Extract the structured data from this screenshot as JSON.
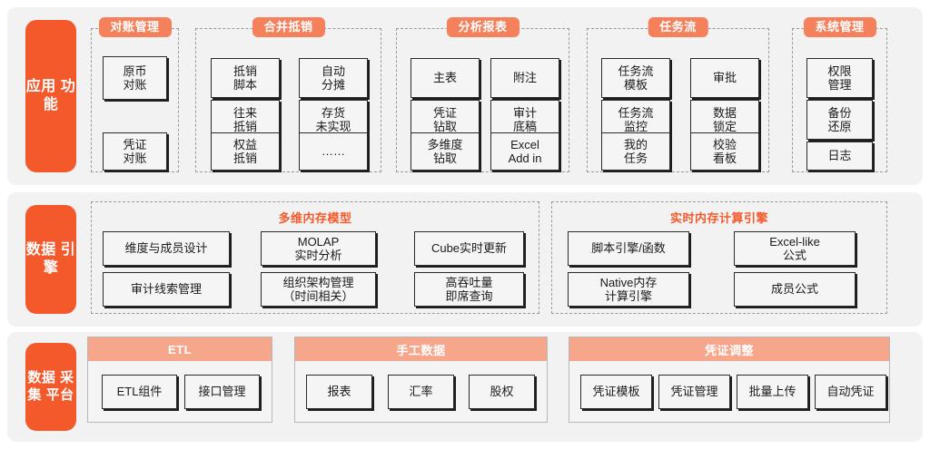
{
  "diagram": {
    "colors": {
      "tab_orange": "#f4592c",
      "pill_coral": "#f4805c",
      "card_head_coral": "#f6a68b",
      "panel_gray": "#f2f2f2",
      "leaf_gray": "#f5f5f5",
      "title_orange": "#f4592c"
    },
    "rows": [
      {
        "id": "application-functions",
        "tab_label": "应用\n功能",
        "groups": [
          {
            "id": "reconciliation-management",
            "title": "对账管理",
            "items": [
              "原币\n对账",
              "凭证\n对账"
            ]
          },
          {
            "id": "consolidation-elimination",
            "title": "合并抵销",
            "items": [
              "抵销\n脚本",
              "自动\n分摊",
              "往来\n抵销",
              "存货\n未实现",
              "权益\n抵销",
              "……"
            ]
          },
          {
            "id": "analysis-reports",
            "title": "分析报表",
            "items": [
              "主表",
              "附注",
              "凭证\n钻取",
              "审计\n底稿",
              "多维度\n钻取",
              "Excel\nAdd in"
            ]
          },
          {
            "id": "task-flow",
            "title": "任务流",
            "items": [
              "任务流\n模板",
              "审批",
              "任务流\n监控",
              "数据\n锁定",
              "我的\n任务",
              "校验\n看板"
            ]
          },
          {
            "id": "system-management",
            "title": "系统管理",
            "items": [
              "权限\n管理",
              "备份\n还原",
              "日志"
            ]
          }
        ]
      },
      {
        "id": "data-engine",
        "tab_label": "数据\n引擎",
        "groups": [
          {
            "id": "multidimensional-memory-model",
            "title": "多维内存模型",
            "items": [
              "维度与成员设计",
              "MOLAP\n实时分析",
              "Cube实时更新",
              "审计线索管理",
              "组织架构管理\n（时间相关）",
              "高吞吐量\n即席查询"
            ]
          },
          {
            "id": "realtime-memory-compute-engine",
            "title": "实时内存计算引擎",
            "items": [
              "脚本引擎/函数",
              "Excel-like\n公式",
              "Native内存\n计算引擎",
              "成员公式"
            ]
          }
        ]
      },
      {
        "id": "data-collection-platform",
        "tab_label": "数据\n采集\n平台",
        "cards": [
          {
            "id": "etl",
            "title": "ETL",
            "items": [
              "ETL组件",
              "接口管理"
            ]
          },
          {
            "id": "manual-data",
            "title": "手工数据",
            "items": [
              "报表",
              "汇率",
              "股权"
            ]
          },
          {
            "id": "voucher-adjustment",
            "title": "凭证调整",
            "items": [
              "凭证模板",
              "凭证管理",
              "批量上传",
              "自动凭证"
            ]
          }
        ]
      }
    ]
  }
}
